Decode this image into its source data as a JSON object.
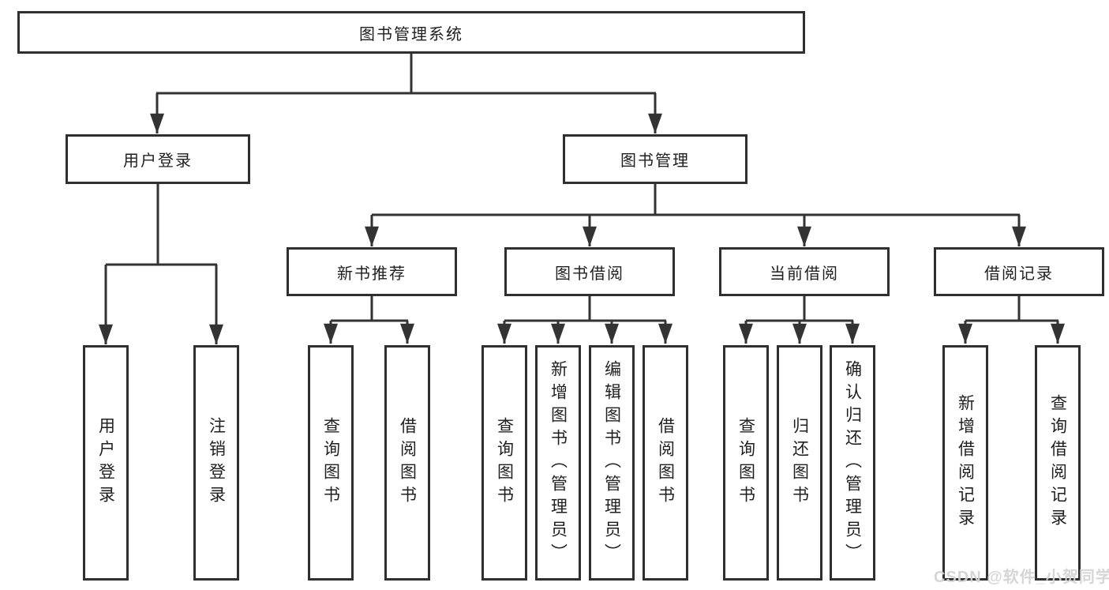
{
  "colors": {
    "line": "#333333",
    "box_border": "#2f2f2f",
    "text": "#1f1f1f",
    "background": "#ffffff",
    "watermark": "#d3d3d3"
  },
  "diagram": {
    "root": {
      "label": "图书管理系统"
    },
    "level2": [
      {
        "label": "用户登录"
      },
      {
        "label": "图书管理"
      }
    ],
    "level3": [
      {
        "label": "新书推荐"
      },
      {
        "label": "图书借阅"
      },
      {
        "label": "当前借阅"
      },
      {
        "label": "借阅记录"
      }
    ],
    "leaves_user_login": [
      {
        "label": "用户登录"
      },
      {
        "label": "注销登录"
      }
    ],
    "leaves_new_books": [
      {
        "label": "查询图书"
      },
      {
        "label": "借阅图书"
      }
    ],
    "leaves_book_borrow": [
      {
        "label": "查询图书"
      },
      {
        "label": "新增图书（管理员）"
      },
      {
        "label": "编辑图书（管理员）"
      },
      {
        "label": "借阅图书"
      }
    ],
    "leaves_current_borrow": [
      {
        "label": "查询图书"
      },
      {
        "label": "归还图书"
      },
      {
        "label": "确认归还（管理员）"
      }
    ],
    "leaves_borrow_records": [
      {
        "label": "新增借阅记录"
      },
      {
        "label": "查询借阅记录"
      }
    ]
  },
  "watermark": {
    "text": "CSDN @软件_小贺同学"
  }
}
